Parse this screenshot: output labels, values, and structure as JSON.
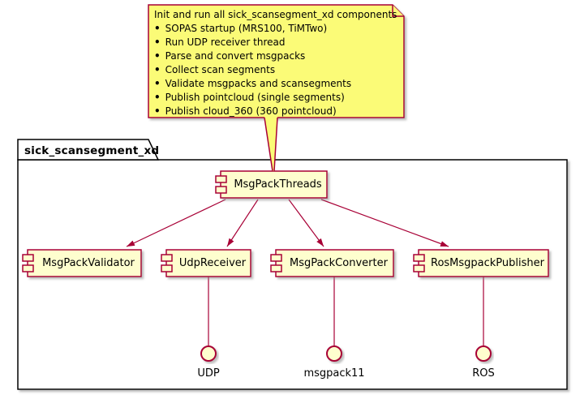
{
  "diagram": {
    "type": "plantuml-component-diagram",
    "package": {
      "title": "sick_scansegment_xd"
    },
    "note": {
      "title": "Init and run all sick_scansegment_xd components",
      "bullets": [
        "SOPAS startup (MRS100, TiMTwo)",
        "Run UDP receiver thread",
        "Parse and convert msgpacks",
        "Collect scan segments",
        "Validate msgpacks and scansegments",
        "Publish pointcloud (single segments)",
        "Publish cloud_360 (360 pointcloud)"
      ]
    },
    "components": {
      "main": "MsgPackThreads",
      "children": [
        "MsgPackValidator",
        "UdpReceiver",
        "MsgPackConverter",
        "RosMsgpackPublisher"
      ]
    },
    "interfaces": [
      "UDP",
      "msgpack11",
      "ROS"
    ],
    "colors": {
      "note_fill": "#FBFB77",
      "component_fill": "#FEFECE",
      "accent_border": "#A80036",
      "package_border": "#000000",
      "shadow": "#888888"
    }
  }
}
